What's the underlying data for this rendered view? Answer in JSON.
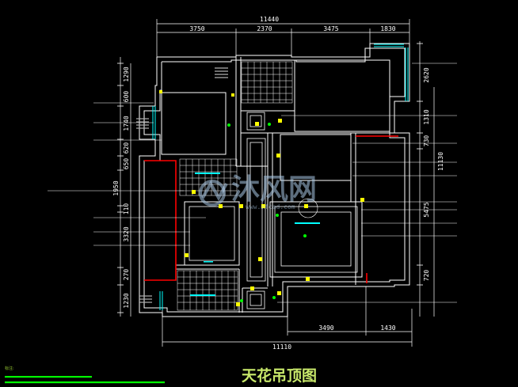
{
  "drawing": {
    "title": "天花吊顶图",
    "watermark": "沐风网",
    "watermark_url": "www.mfcad.com",
    "note_label": "标注:"
  },
  "dimensions": {
    "top_total": "11440",
    "top_segments": [
      "3750",
      "2370",
      "3475",
      "1830"
    ],
    "bottom_total": "11110",
    "bottom_segments": [
      "3490",
      "1430"
    ],
    "left_segments": [
      "1290",
      "600",
      "1740",
      "620",
      "650",
      "1950",
      "110",
      "3320",
      "270",
      "1230"
    ],
    "right_segments": [
      "2620",
      "1310",
      "730",
      "11130",
      "5475",
      "720"
    ]
  },
  "colors": {
    "wall": "#ffffff",
    "accent_red": "#ff0000",
    "label_cyan": "#00ffff",
    "leader_green": "#00ff00",
    "title_green": "#c8e86a"
  }
}
